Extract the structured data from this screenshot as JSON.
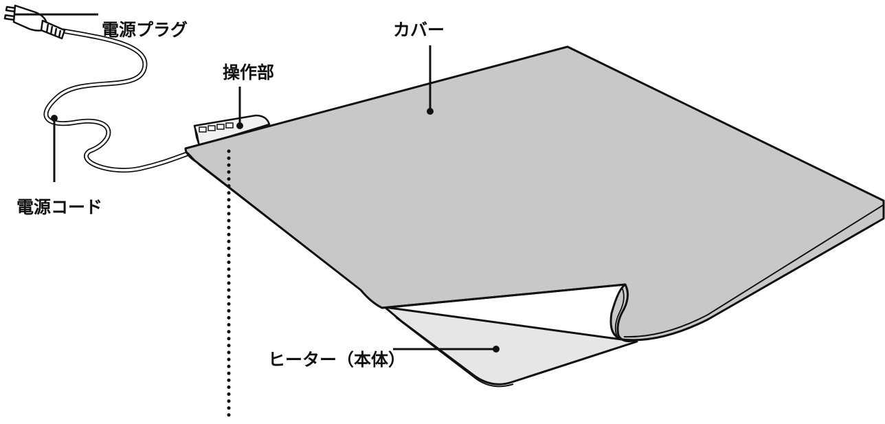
{
  "labels": {
    "power_plug": "電源プラグ",
    "cover": "カバー",
    "control_unit": "操作部",
    "power_cord": "電源コード",
    "heater_body": "ヒーター（本体）"
  },
  "colors": {
    "cover_fill": "#c8c8c8",
    "heater_fill": "#e6e6e6",
    "control_fill": "#f0f0f0",
    "outline": "#111111",
    "cord": "#ffffff"
  }
}
